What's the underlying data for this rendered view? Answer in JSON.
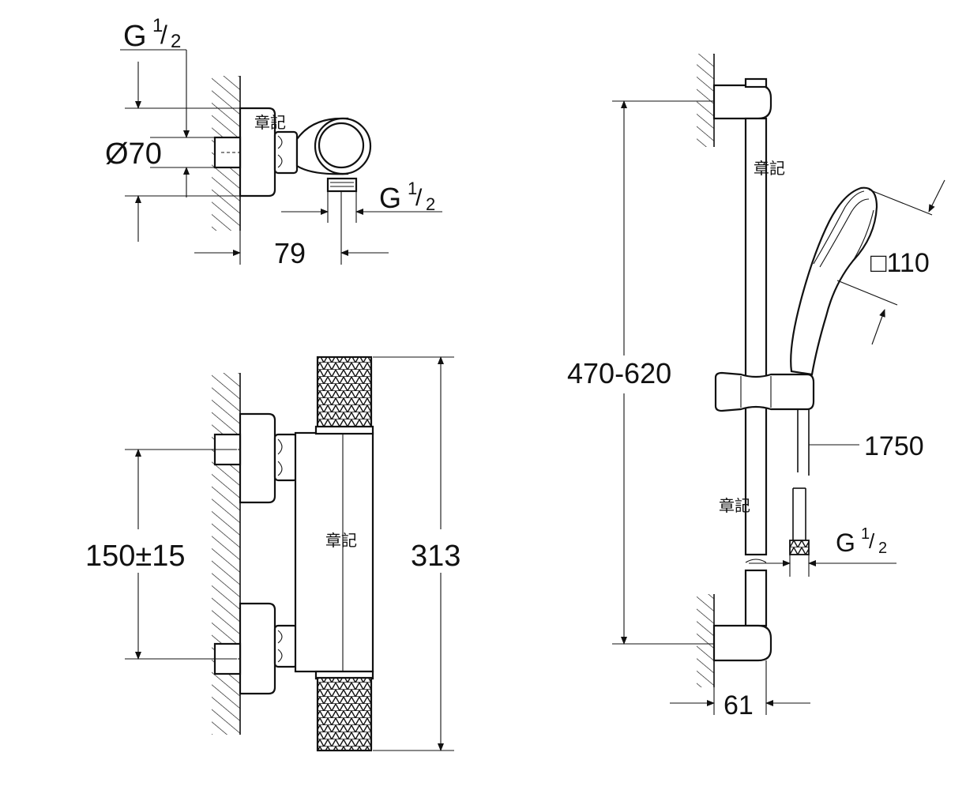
{
  "thread_label": "G",
  "thread_fraction_num": "1",
  "thread_fraction_den": "2",
  "dimensions": {
    "diameter_70": "Ø70",
    "offset_79": "79",
    "spacing_150": "150±15",
    "height_313": "313",
    "rail_range": "470-620",
    "head_size": "□110",
    "hose_length": "1750",
    "wall_61": "61"
  },
  "watermark_text": "章記"
}
